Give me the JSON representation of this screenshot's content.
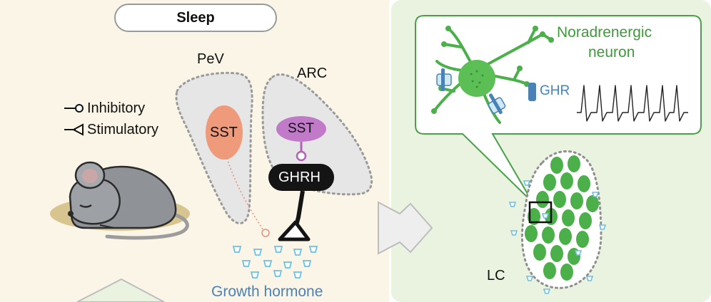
{
  "header": {
    "title": "Sleep"
  },
  "legend": {
    "inhibitory": "Inhibitory",
    "stimulatory": "Stimulatory"
  },
  "regions": {
    "pev": "PeV",
    "arc": "ARC",
    "lc": "LC"
  },
  "cells": {
    "sst_pev": "SST",
    "sst_arc": "SST",
    "ghrh": "GHRH"
  },
  "labels": {
    "growth_hormone": "Growth hormone",
    "neuron_line1": "Noradrenergic",
    "neuron_line2": "neuron",
    "receptor": "GHR"
  },
  "colors": {
    "left_panel_bg": "#fbf5e8",
    "right_panel_bg": "#e9f3e0",
    "neuron_green": "#4cb04a",
    "sst_orange": "#ef9a7a",
    "sst_purple": "#c07ac8",
    "hormone_blue": "#6cc0e6",
    "text_blue": "#4a82b8",
    "label_green": "#3e9a3a"
  }
}
